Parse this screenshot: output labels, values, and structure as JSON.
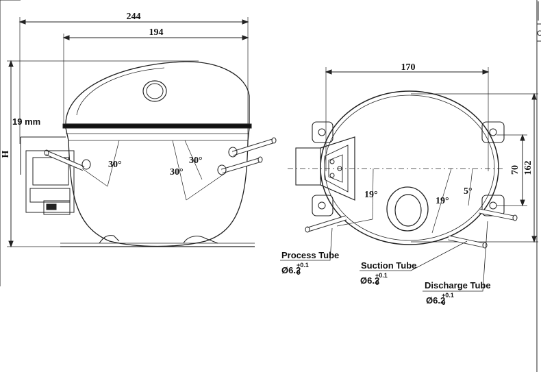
{
  "side_view": {
    "overall_width": "244",
    "housing_width": "194",
    "height_symbol": "H",
    "height_offset": "19 mm",
    "angle_left": "30°",
    "angle_mid": "30°",
    "angle_right": "30°"
  },
  "top_view": {
    "width": "170",
    "mount_spacing": "70",
    "base_height": "162",
    "angle_process": "19°",
    "angle_suction": "19°",
    "angle_discharge": "5°"
  },
  "tubes": [
    {
      "name": "Process Tube",
      "diameter": "Ø6.2",
      "tol_upper": "+0.1",
      "tol_lower": "0"
    },
    {
      "name": "Suction Tube",
      "diameter": "Ø6.2",
      "tol_upper": "+0.1",
      "tol_lower": "0"
    },
    {
      "name": "Discharge Tube",
      "diameter": "Ø6.2",
      "tol_upper": "+0.1",
      "tol_lower": "0"
    }
  ],
  "edge_marker": "C"
}
